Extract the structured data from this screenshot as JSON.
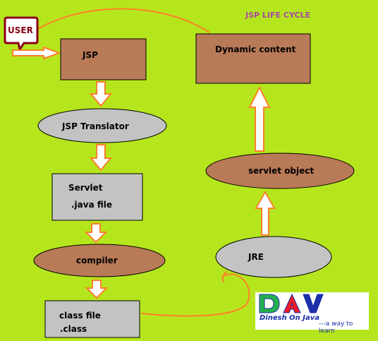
{
  "title": "JSP LIFE CYCLE",
  "nodes": {
    "user": "USER",
    "jsp": "JSP",
    "translator": "JSP Translator",
    "servlet_line1": "Servlet",
    "servlet_line2": ".java file",
    "compiler": "compiler",
    "classfile_line1": "class file",
    "classfile_line2": ".class",
    "jre": "JRE",
    "servlet_object": "servlet object",
    "dynamic_content": "Dynamic content"
  },
  "logo": {
    "letters": "DAV",
    "name": "Dinesh On Java",
    "tagline": "---a way to learn"
  },
  "colors": {
    "background": "#b5e61d",
    "brown": "#b97a57",
    "gray": "#c3c3c3",
    "arrow_orange": "#ff7f27",
    "title_purple": "#a349a4",
    "user_red": "#880015"
  }
}
